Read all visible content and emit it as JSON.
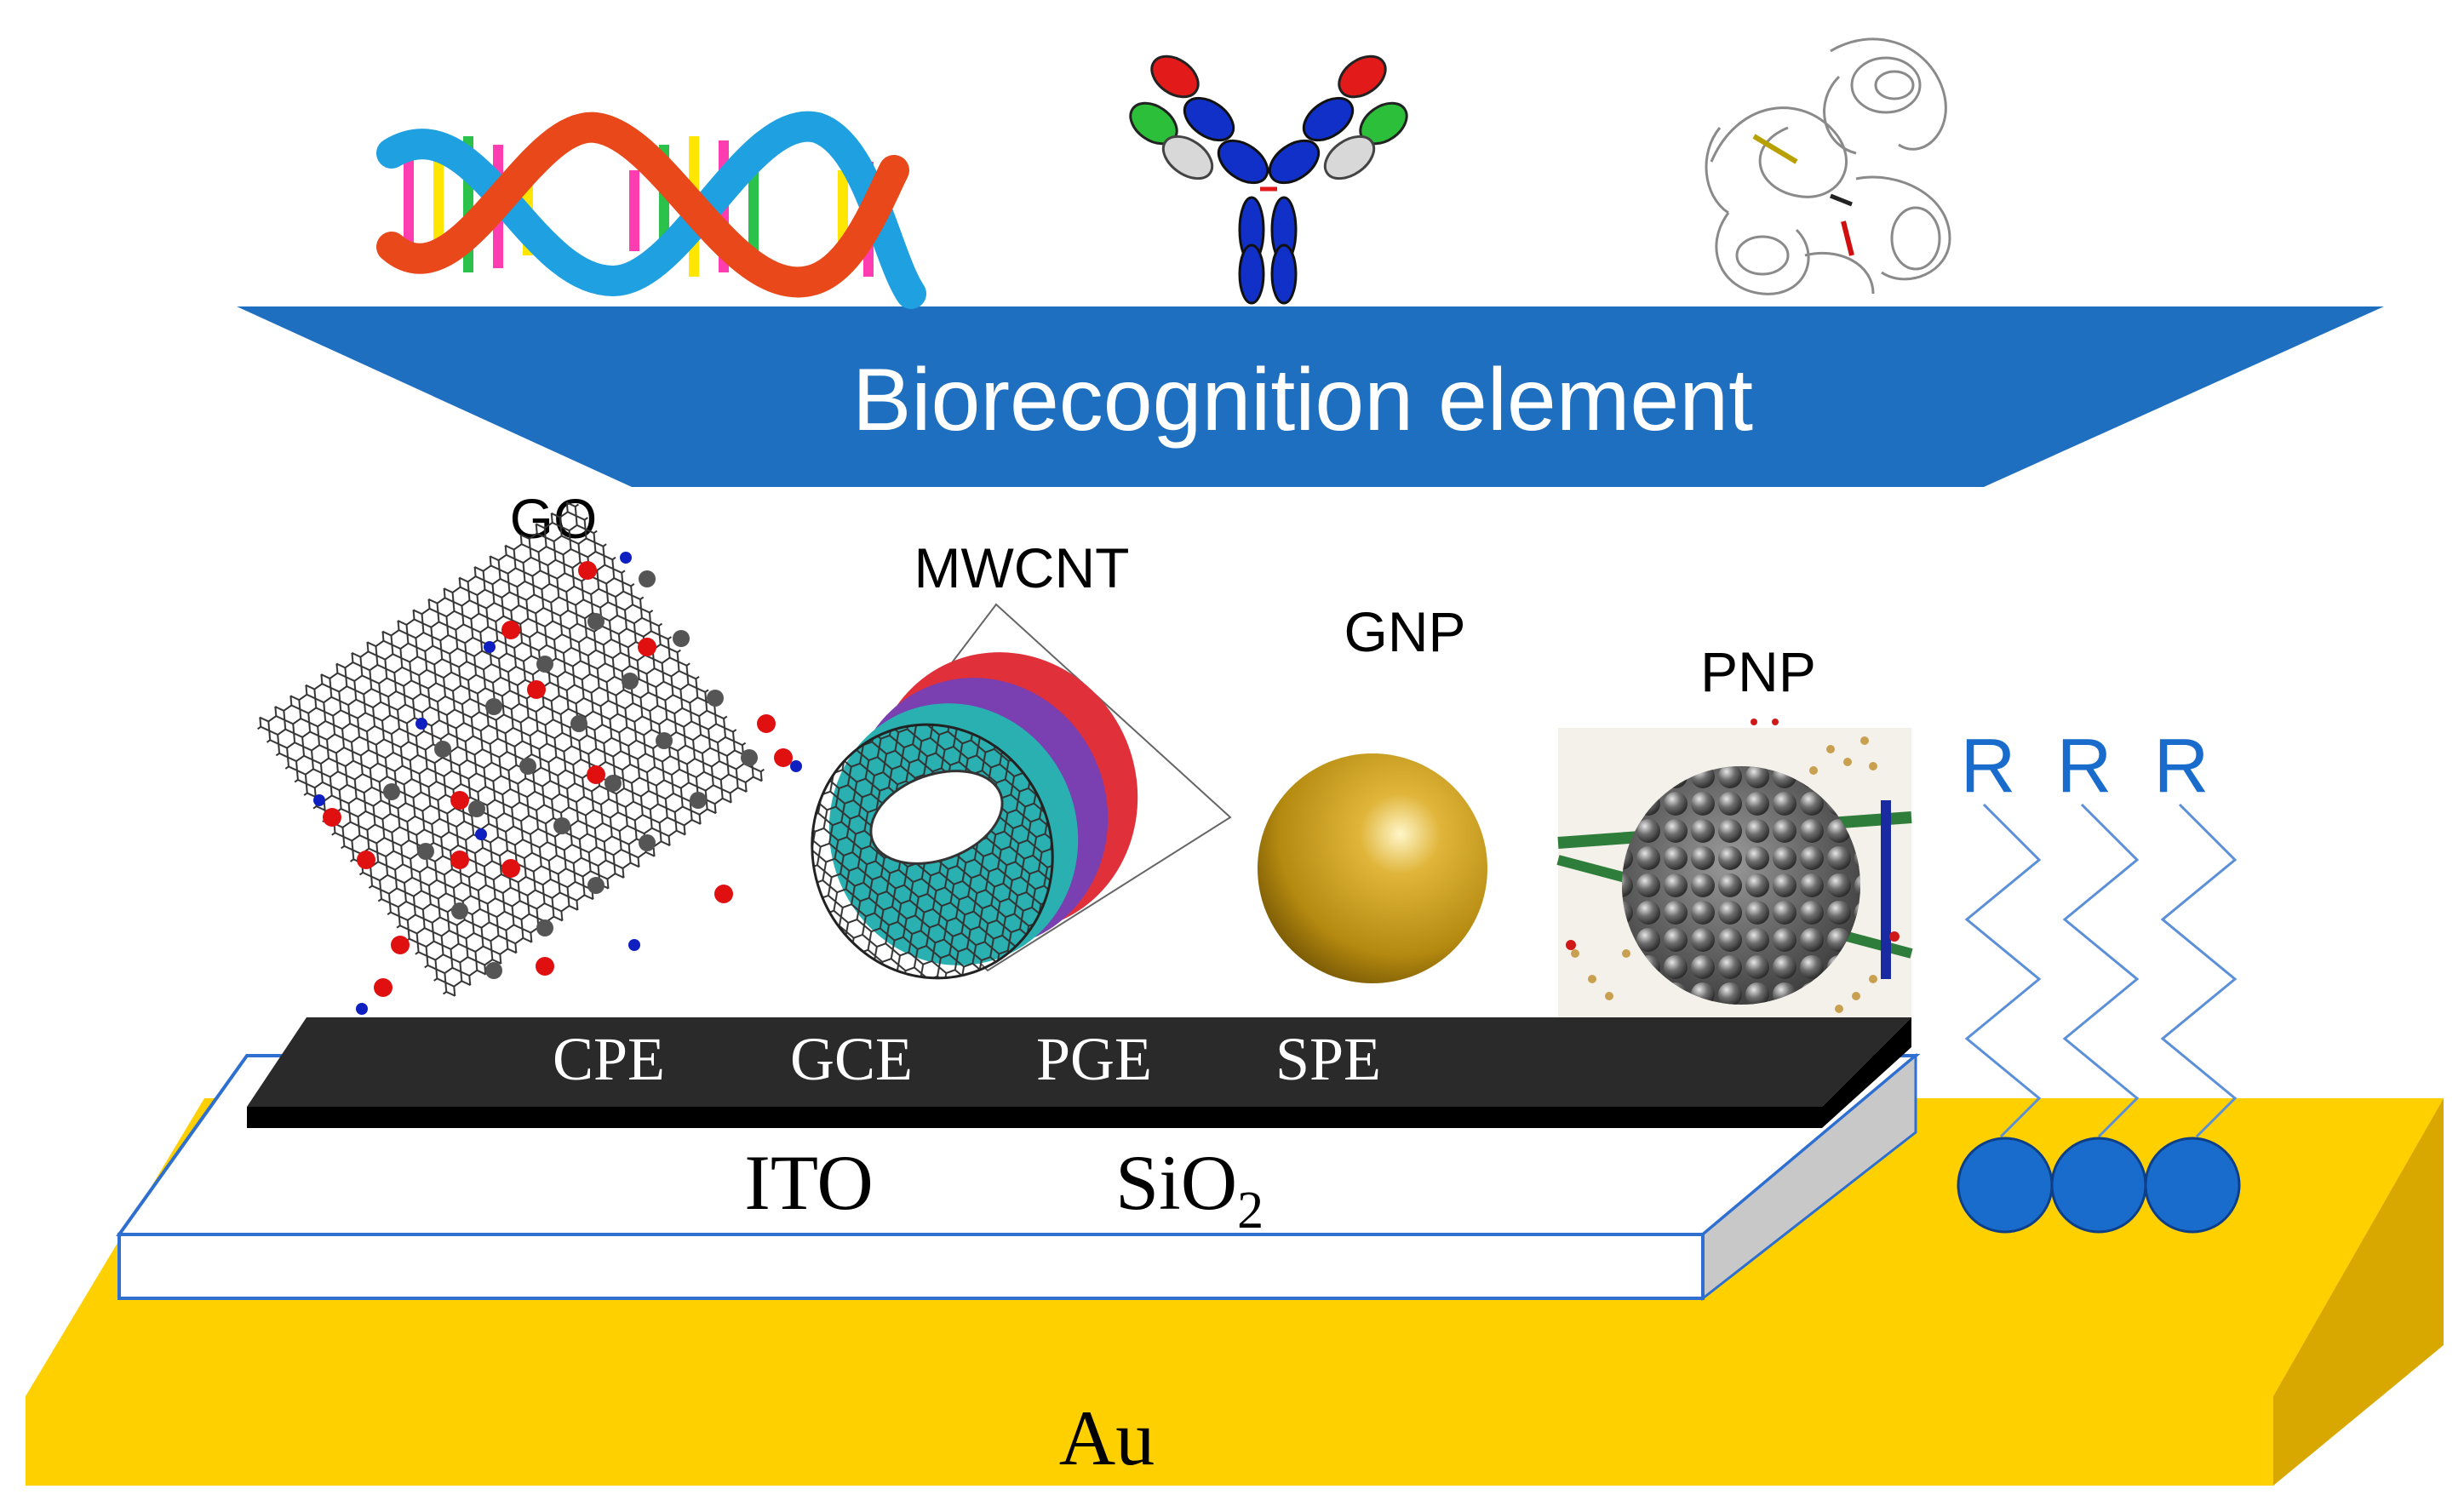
{
  "banner": {
    "label": "Biorecognition element"
  },
  "nanomaterials": {
    "go": "GO",
    "mwcnt": "MWCNT",
    "gnp": "GNP",
    "pnp": "PNP"
  },
  "electrodes": [
    "CPE",
    "GCE",
    "PGE",
    "SPE"
  ],
  "substrate": {
    "ito": "ITO",
    "sio2_base": "SiO",
    "sio2_subscript": "2"
  },
  "base": {
    "label": "Au"
  },
  "sam": {
    "r_labels": [
      "R",
      "R",
      "R"
    ]
  },
  "colors": {
    "banner_blue": "#1f6fc0",
    "gold_top": "#ffd000",
    "gold_side": "#d9a800",
    "electrode_black": "#2a2a2a",
    "sam_blue": "#1a6ccc",
    "gnp_gold": "#c79a1a"
  }
}
